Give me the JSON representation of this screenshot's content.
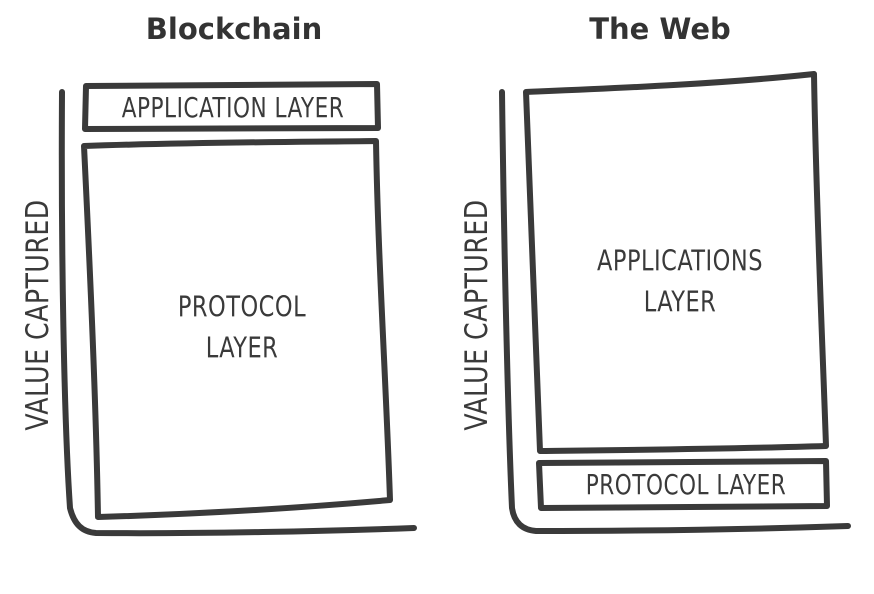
{
  "left": {
    "title": "Blockchain",
    "axis_label": "VALUE CAPTURED",
    "top_block": "APPLICATION LAYER",
    "bottom_block": [
      "PROTOCOL",
      "LAYER"
    ]
  },
  "right": {
    "title": "The Web",
    "axis_label": "VALUE CAPTURED",
    "top_block": [
      "APPLICATIONS",
      "LAYER"
    ],
    "bottom_block": "PROTOCOL LAYER"
  },
  "colors": {
    "ink": "#3a3a3a",
    "title": "#333333",
    "background": "#ffffff"
  }
}
